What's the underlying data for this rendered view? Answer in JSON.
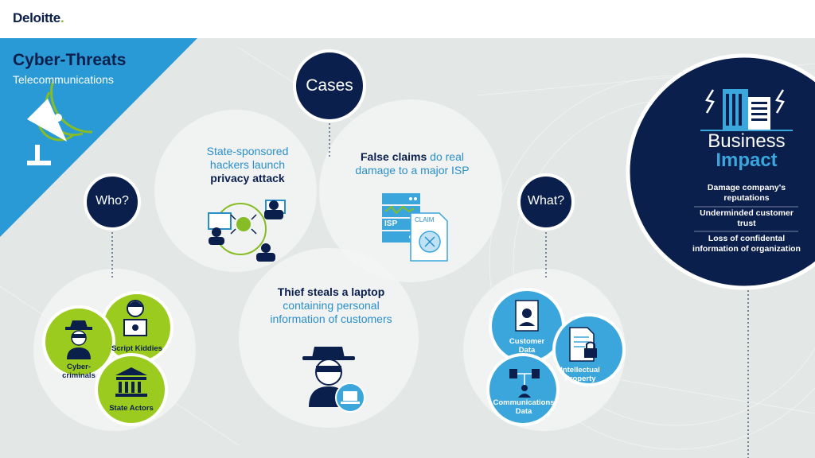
{
  "brand": {
    "name": "Deloitte",
    "dot": "."
  },
  "header": {
    "title": "Cyber-Threats",
    "subtitle": "Telecommunications"
  },
  "who": {
    "label": "Who?",
    "actors": [
      {
        "label": "Cyber-criminals",
        "icon": "hacker-hat-icon"
      },
      {
        "label": "Script Kiddies",
        "icon": "kid-computer-icon"
      },
      {
        "label": "State Actors",
        "icon": "government-building-icon"
      }
    ]
  },
  "cases": {
    "label": "Cases",
    "items": [
      {
        "pre": "State-sponsored hackers launch",
        "bold": "privacy attack",
        "post": ""
      },
      {
        "bold": "False claims",
        "post": "do real damage to a major ISP",
        "isp_label": "ISP",
        "claim_label": "CLAIM"
      },
      {
        "bold": "Thief steals a laptop",
        "post": "containing personal information of customers"
      }
    ]
  },
  "what": {
    "label": "What?",
    "assets": [
      {
        "label": "Customer Data",
        "icon": "id-badge-icon"
      },
      {
        "label": "Intellectual Property",
        "icon": "document-lock-icon"
      },
      {
        "label": "Communications Data",
        "icon": "network-icon"
      }
    ]
  },
  "impact": {
    "title_line1": "Business",
    "title_line2": "Impact",
    "items": [
      "Damage company's reputations",
      "Underminded customer trust",
      "Loss of confidental information of organization"
    ]
  },
  "colors": {
    "navy": "#0b1f4d",
    "blue": "#2a8fc9",
    "light_blue": "#3aa6dc",
    "green": "#86bc25",
    "lime": "#9ccb1f"
  }
}
